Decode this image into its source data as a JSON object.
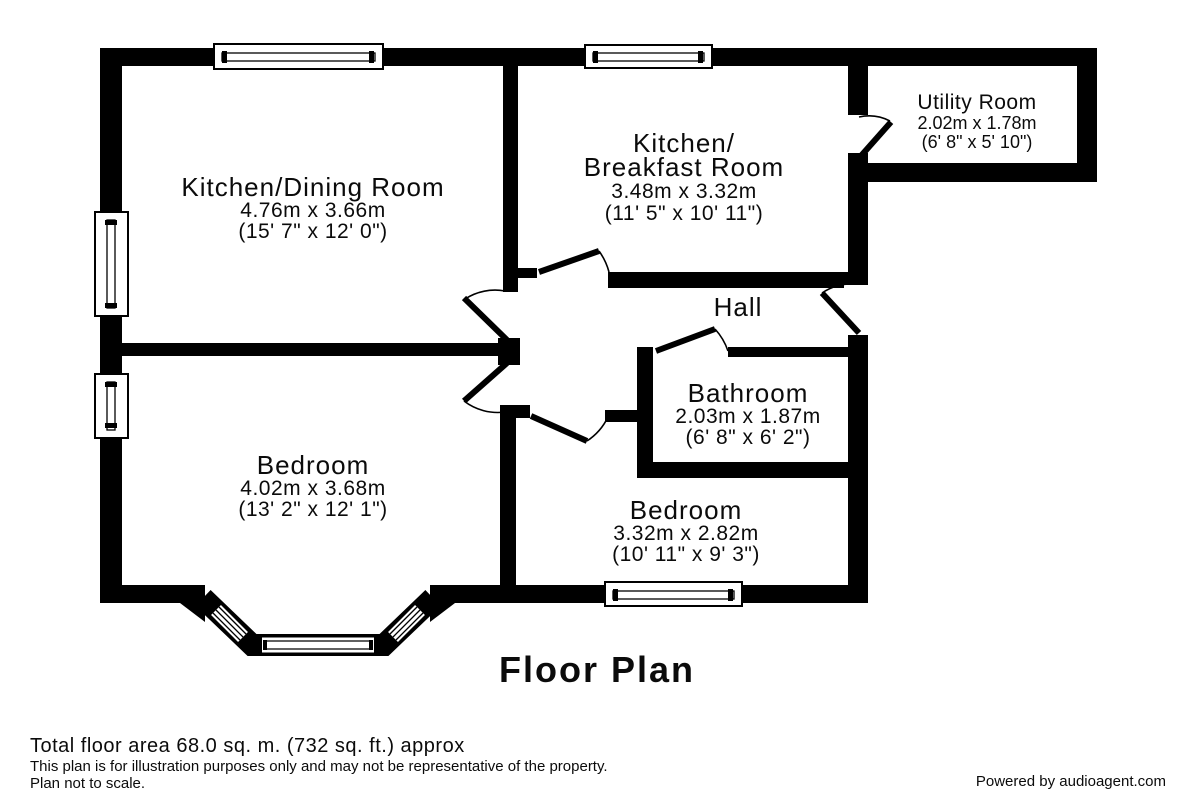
{
  "title": "Floor Plan",
  "footer": {
    "total_area": "Total floor area 68.0 sq. m. (732 sq. ft.) approx",
    "disclaimer_line1": "This plan is for illustration purposes only and may not be representative of the property.",
    "disclaimer_line2": "Plan not to scale.",
    "credit": "Powered by audioagent.com"
  },
  "rooms": {
    "kitchen_dining": {
      "name": "Kitchen/Dining Room",
      "metric": "4.76m x 3.66m",
      "imperial": "(15' 7\" x 12' 0\")"
    },
    "kitchen_breakfast": {
      "name_line1": "Kitchen/",
      "name_line2": "Breakfast Room",
      "metric": "3.48m x 3.32m",
      "imperial": "(11' 5\" x 10' 11\")"
    },
    "utility": {
      "name": "Utility Room",
      "metric": "2.02m x 1.78m",
      "imperial": "(6' 8\" x 5' 10\")"
    },
    "hall": {
      "name": "Hall"
    },
    "bathroom": {
      "name": "Bathroom",
      "metric": "2.03m x 1.87m",
      "imperial": "(6' 8\" x 6' 2\")"
    },
    "bedroom_1": {
      "name": "Bedroom",
      "metric": "4.02m x 3.68m",
      "imperial": "(13' 2\" x 12' 1\")"
    },
    "bedroom_2": {
      "name": "Bedroom",
      "metric": "3.32m x 2.82m",
      "imperial": "(10' 11\" x 9' 3\")"
    }
  },
  "colors": {
    "wall": "#000000",
    "background": "#ffffff"
  }
}
